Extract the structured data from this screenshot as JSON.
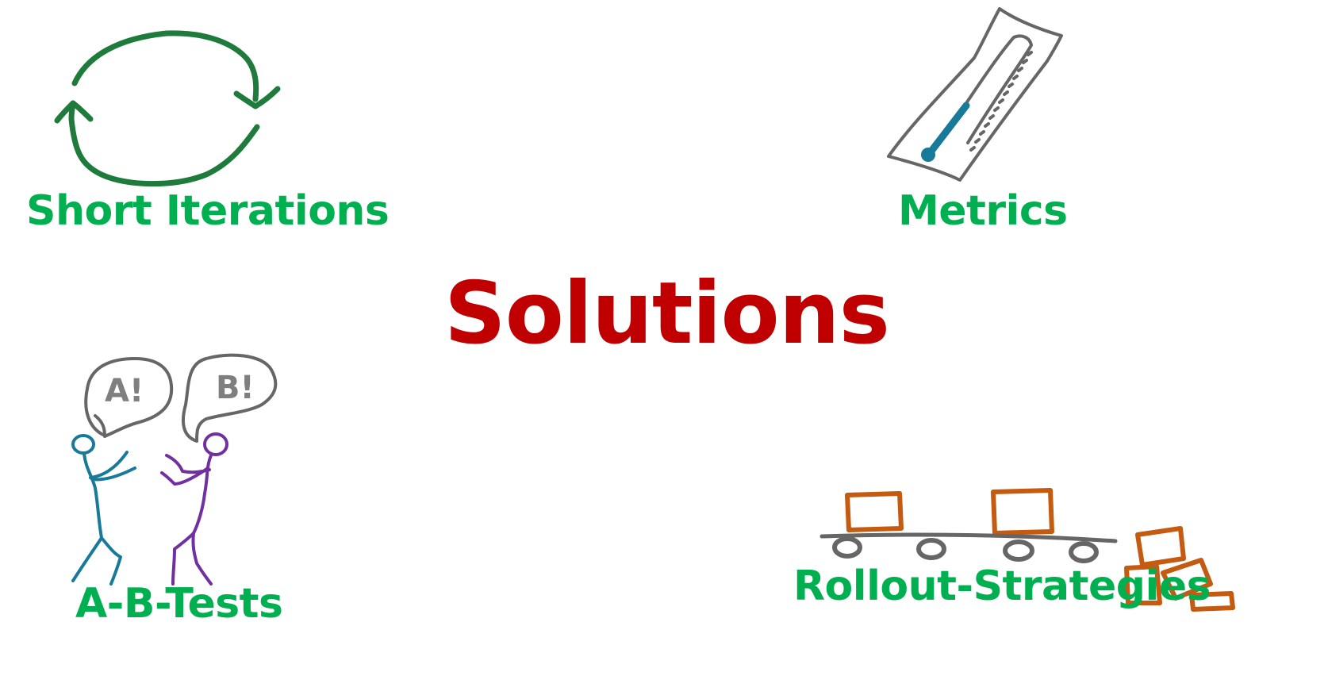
{
  "slide": {
    "title": "Solutions",
    "items": {
      "short_iterations": "Short Iterations",
      "metrics": "Metrics",
      "ab_tests": "A-B-Tests",
      "rollout": "Rollout-Strategies"
    },
    "bubbles": {
      "left": "A!",
      "right": "B!"
    }
  },
  "colors": {
    "title": "#c00000",
    "labels": "#00b050",
    "cycle_arrows": "#1e7b3c",
    "sketch_gray": "#666666",
    "thermometer": "#177a98",
    "person_a": "#177a98",
    "person_b": "#7030a0",
    "boxes": "#c55a11"
  },
  "icons": [
    "cycle-arrows-icon",
    "thermometer-icon",
    "speech-bubble-icon",
    "stick-figure-icon",
    "conveyor-belt-icon",
    "box-icon"
  ]
}
